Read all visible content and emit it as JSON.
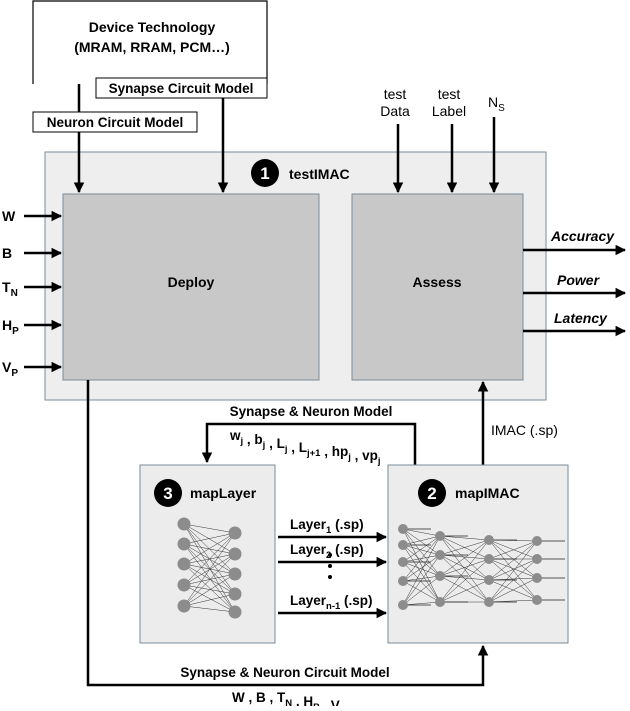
{
  "device_box": {
    "line1": "Device Technology",
    "line2": "(MRAM, RRAM, PCM…)"
  },
  "labels": {
    "synapse_circuit_model": "Synapse Circuit Model",
    "neuron_circuit_model": "Neuron Circuit Model"
  },
  "testimac": {
    "number": "1",
    "title": "testIMAC"
  },
  "deploy": {
    "label": "Deploy"
  },
  "assess": {
    "label": "Assess"
  },
  "assess_inputs": {
    "test_data_1": "test",
    "test_data_2": "Data",
    "test_label_1": "test",
    "test_label_2": "Label",
    "ns_main": "N",
    "ns_sub": "S"
  },
  "left_inputs": [
    {
      "main": "W",
      "sub": ""
    },
    {
      "main": "B",
      "sub": ""
    },
    {
      "main": "T",
      "sub": "N"
    },
    {
      "main": "H",
      "sub": "P"
    },
    {
      "main": "V",
      "sub": "P"
    }
  ],
  "outputs": {
    "accuracy": "Accuracy",
    "power": "Power",
    "latency": "Latency"
  },
  "synapse_neuron_model": {
    "title": "Synapse & Neuron Model",
    "params": [
      {
        "main": "w",
        "sub": "j"
      },
      {
        "main": "b",
        "sub": "j"
      },
      {
        "main": "L",
        "sub": "j"
      },
      {
        "main": "L",
        "sub": "j+1"
      },
      {
        "main": "hp",
        "sub": "j"
      },
      {
        "main": "vp",
        "sub": "j"
      }
    ]
  },
  "imac_sp": "IMAC (.sp)",
  "maplayer": {
    "number": "3",
    "title": "mapLayer"
  },
  "mapimac": {
    "number": "2",
    "title": "mapIMAC"
  },
  "layers": [
    {
      "main": "Layer",
      "sub": "1",
      "suffix": " (.sp)"
    },
    {
      "main": "Layer",
      "sub": "2",
      "suffix": " (.sp)"
    },
    {
      "main": "Layer",
      "sub": "n-1",
      "suffix": " (.sp)"
    }
  ],
  "bottom": {
    "title": "Synapse & Neuron Circuit Model",
    "params": [
      {
        "main": "W",
        "sub": ""
      },
      {
        "main": "B",
        "sub": ""
      },
      {
        "main": "T",
        "sub": "N"
      },
      {
        "main": "H",
        "sub": "P"
      },
      {
        "main": "V",
        "sub": "P"
      }
    ]
  },
  "colors": {
    "panel_fill": "#eeeeee",
    "block_fill": "#c8c8c8",
    "sub_panel_fill": "#ececec",
    "node_fill": "#8c8c8c",
    "line": "#000000"
  }
}
